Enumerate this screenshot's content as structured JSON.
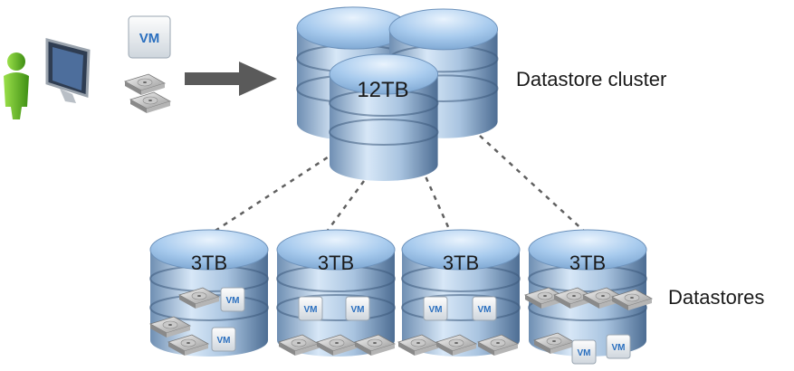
{
  "cluster": {
    "label": "Datastore cluster",
    "capacity": "12TB"
  },
  "datastores": {
    "label": "Datastores",
    "items": [
      {
        "capacity": "3TB",
        "vm_badges": [
          "VM",
          "VM"
        ]
      },
      {
        "capacity": "3TB",
        "vm_badges": [
          "VM",
          "VM"
        ]
      },
      {
        "capacity": "3TB",
        "vm_badges": [
          "VM",
          "VM"
        ]
      },
      {
        "capacity": "3TB",
        "vm_badges": [
          "VM",
          "VM"
        ]
      }
    ]
  },
  "source": {
    "vm_tile": "VM"
  },
  "icons": [
    "user-icon",
    "monitor-icon",
    "vm-tile-icon",
    "disk-icon",
    "arrow-right-icon",
    "storage-cylinder-icon"
  ],
  "colors": {
    "cylinder_top": "#9cc3e8",
    "cylinder_body": "#5b7fa8",
    "user_green": "#6cc02a",
    "vm_text": "#2a6fbf",
    "connector": "#606060",
    "arrow": "#5a5a5a"
  }
}
